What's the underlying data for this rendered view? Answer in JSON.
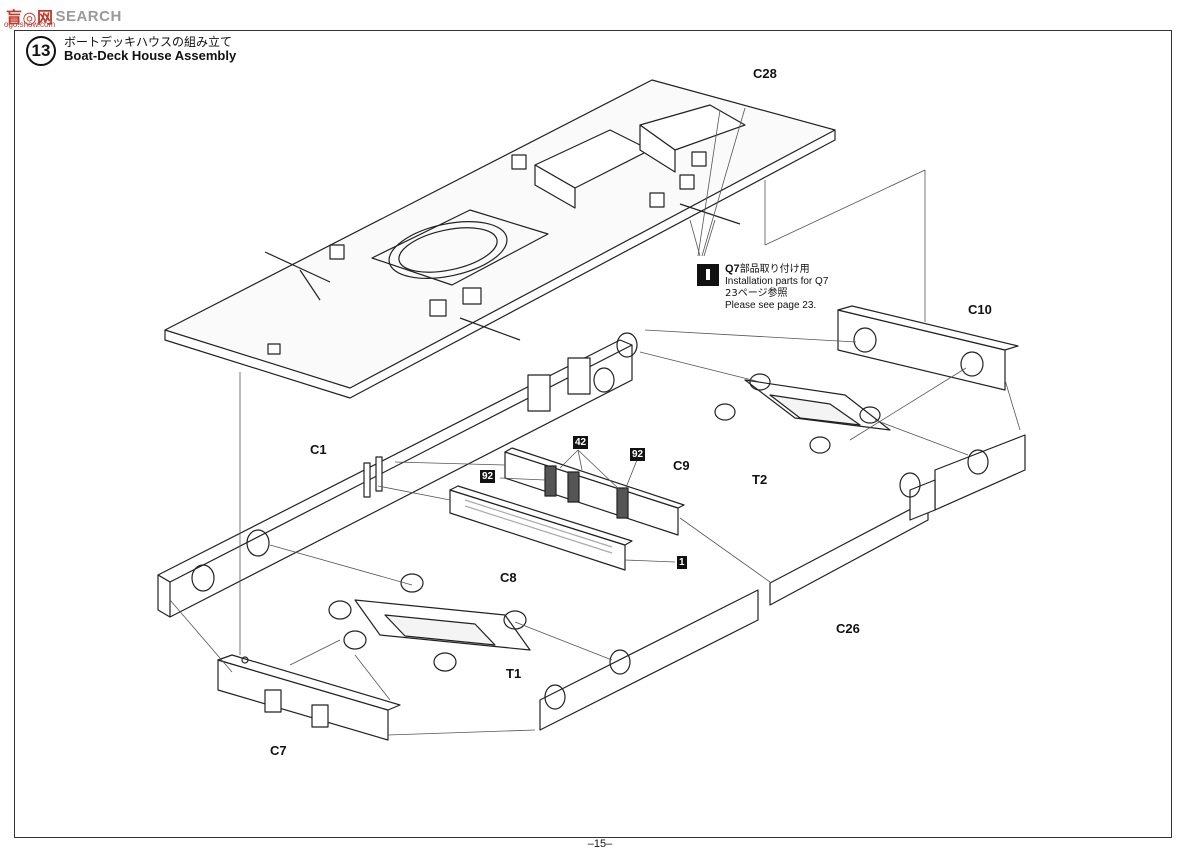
{
  "watermark": {
    "logo": "盲◎网",
    "text": "SEARCH",
    "sub": "ogo.show.com"
  },
  "step": {
    "number": "13",
    "title_jp": "ボートデッキハウスの組み立て",
    "title_en": "Boat-Deck House Assembly"
  },
  "parts": {
    "c28": "C28",
    "c10": "C10",
    "c1": "C1",
    "c9": "C9",
    "c8": "C8",
    "c7": "C7",
    "c26": "C26",
    "t1": "T1",
    "t2": "T2"
  },
  "paint_codes": {
    "code_42": "42",
    "code_92_left": "92",
    "code_92_right": "92",
    "code_1": "1"
  },
  "note": {
    "q7_label": "Q7",
    "line1_jp": "部品取り付け用",
    "line2": "Installation parts for Q7",
    "line3_jp": "23ページ参照",
    "line4": "Please see page 23."
  },
  "page_number": "–15–"
}
